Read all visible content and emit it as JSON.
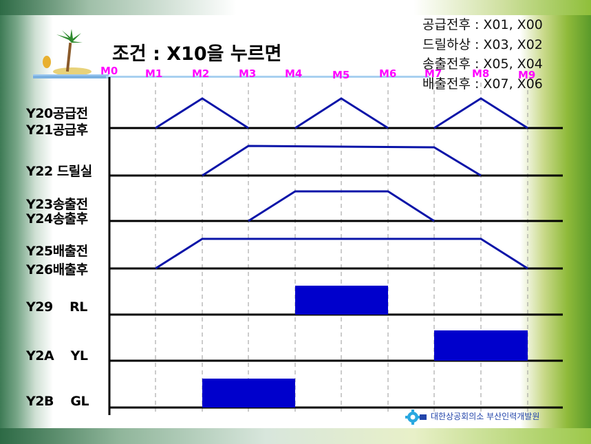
{
  "title": "조건 : X10을 누르면",
  "legend": [
    "공급전후 : X01, X00",
    "드릴하상 : X03, X02",
    "송출전후 : X05, X04",
    "배출전후 : X07, X06"
  ],
  "markers": [
    "M0",
    "M1",
    "M2",
    "M3",
    "M4",
    "M5",
    "M6",
    "M7",
    "M8",
    "M9"
  ],
  "rows": [
    {
      "label1": "Y20공급전",
      "label2": "Y21공급후"
    },
    {
      "label1": "Y22 드릴실"
    },
    {
      "label1": "Y23송출전",
      "label2": "Y24송출후"
    },
    {
      "label1": "Y25배출전",
      "label2": "Y26배출후"
    },
    {
      "label1": "Y29    RL"
    },
    {
      "label1": "Y2A    YL"
    },
    {
      "label1": "Y2B    GL"
    }
  ],
  "footer": "대한상공회의소 부산인력개발원",
  "colors": {
    "wave": "#0a14a8",
    "marker_text": "#ff00ff",
    "block": "#0000cc",
    "baseline": "#000000"
  },
  "icons": {
    "logo": "palm-island-icon",
    "footer": "gear-logo-icon"
  }
}
